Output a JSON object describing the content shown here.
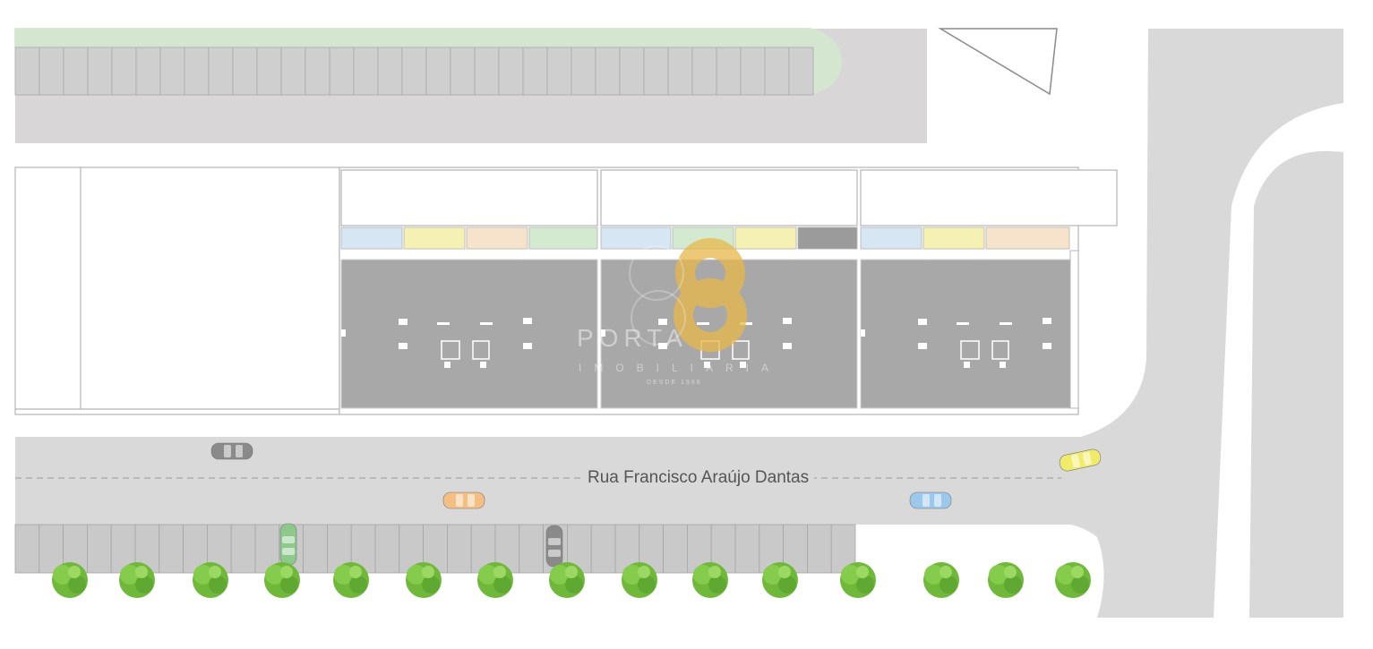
{
  "map": {
    "street_label": "Rua Francisco Araújo Dantas",
    "watermark": {
      "brand_word": "PORTA",
      "brand_sub": "IMOBILIÁRIA",
      "since": "DESDE 1988"
    },
    "colors": {
      "background": "#ffffff",
      "road": "#d9d9d9",
      "parking_stall": "#c9c9c9",
      "green_strip": "#d7e8d1",
      "building_floor": "#a8a8a8",
      "outline": "#9a9a9a",
      "store_blue": "#d6e6f2",
      "store_yellow": "#f4f1b2",
      "store_peach": "#f7e2cc",
      "store_green": "#d3ead0",
      "store_dark": "#9b9b9b",
      "tree": "#7cc142",
      "logo_gold": "#e8b84a"
    },
    "storefront_colors": [
      "blue",
      "yellow",
      "peach",
      "green",
      "blue",
      "green",
      "yellow",
      "dark",
      "blue",
      "yellow",
      "peach"
    ],
    "cars": [
      {
        "color": "gray",
        "direction": "west"
      },
      {
        "color": "orange",
        "direction": "east"
      },
      {
        "color": "blue",
        "direction": "east"
      },
      {
        "color": "yellow",
        "direction": "east"
      },
      {
        "color": "green",
        "direction": "parked"
      },
      {
        "color": "gray",
        "direction": "parked"
      }
    ],
    "icons": [
      "tree-icon",
      "car-icon",
      "logo-watermark-icon"
    ]
  }
}
